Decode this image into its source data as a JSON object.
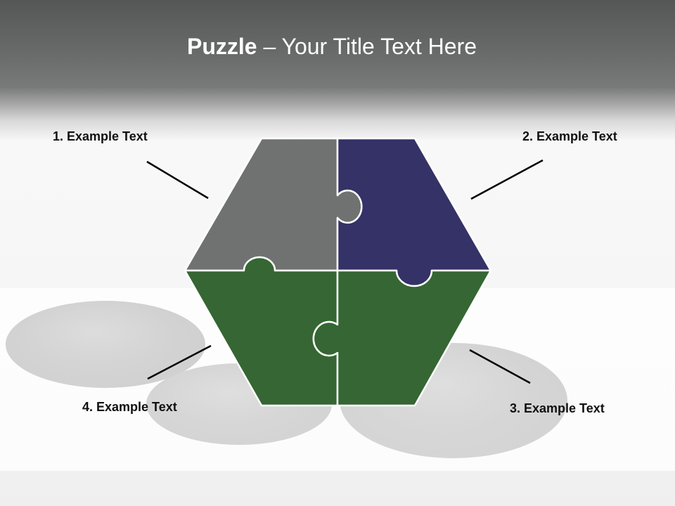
{
  "slide": {
    "title_bold": "Puzzle",
    "title_rest": " – Your Title Text Here"
  },
  "labels": {
    "item1": "1. Example Text",
    "item2": "2. Example Text",
    "item3": "3. Example Text",
    "item4": "4. Example Text"
  },
  "colors": {
    "piece_top_left": "#707271",
    "piece_top_right": "#343266",
    "piece_bottom": "#356633",
    "header": "#5a5c5b"
  }
}
